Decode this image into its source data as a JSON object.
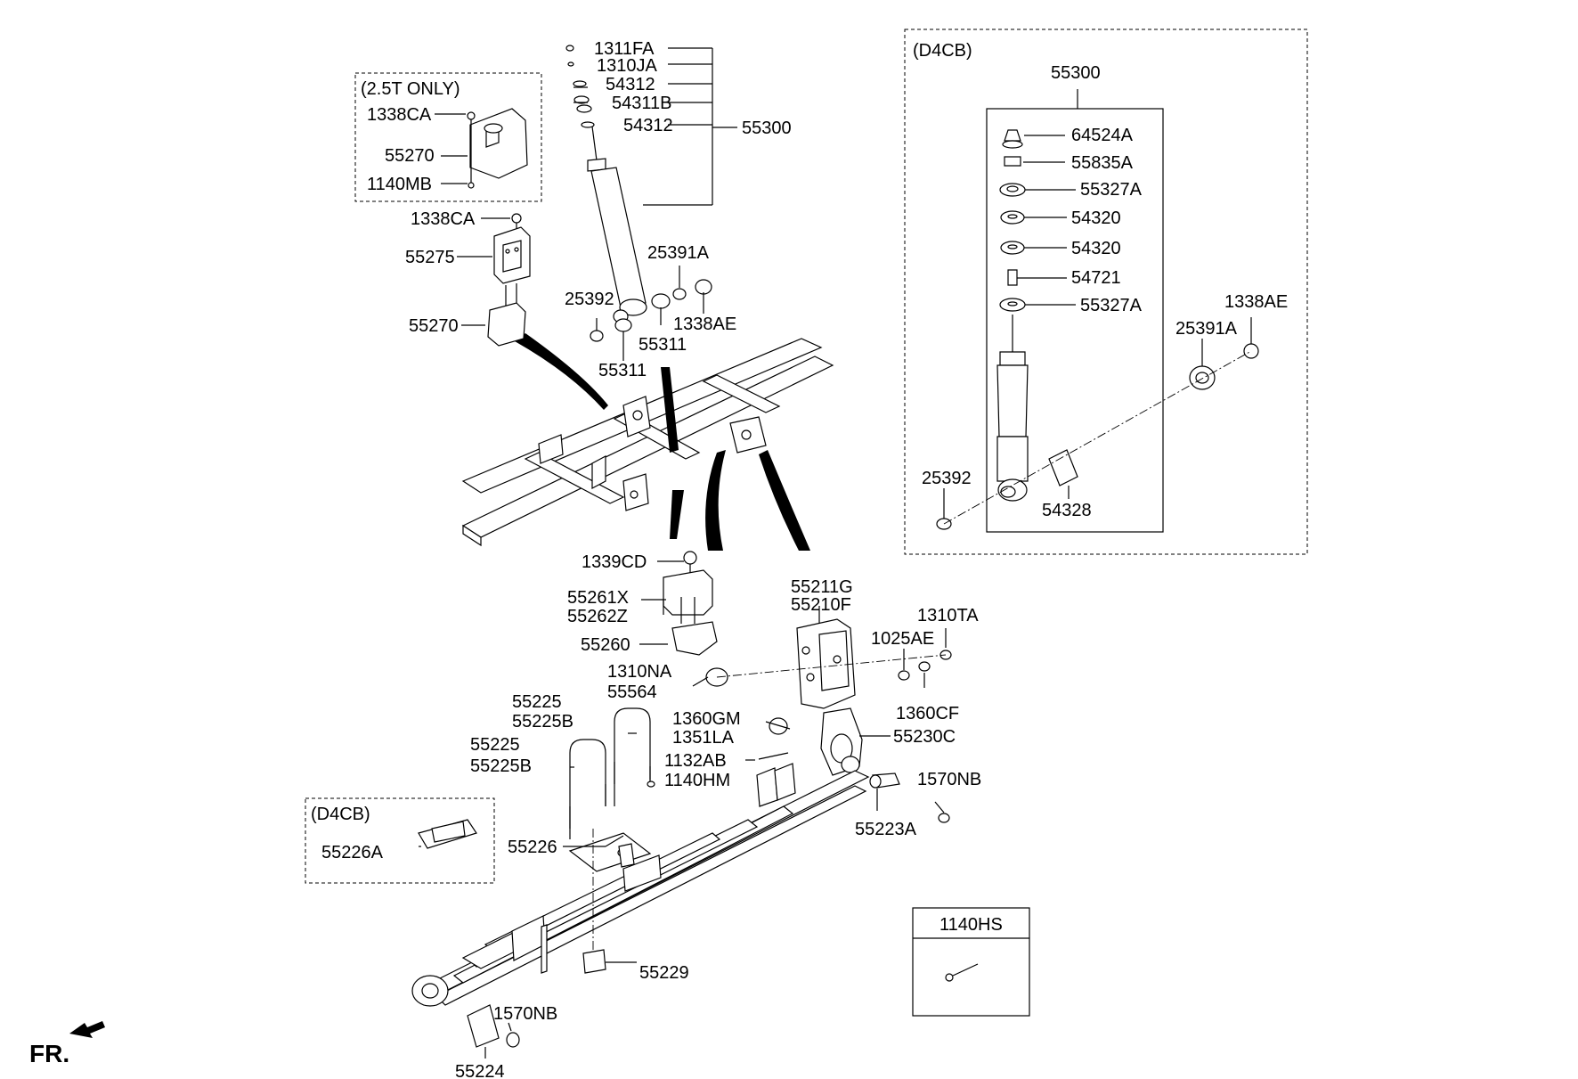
{
  "labels": {
    "note_25t": "(2.5T ONLY)",
    "note_d4cb_top": "(D4CB)",
    "note_d4cb_bottom": "(D4CB)",
    "fr": "FR.",
    "l_1338CA_a": "1338CA",
    "l_55270_a": "55270",
    "l_1140MB": "1140MB",
    "l_1338CA_b": "1338CA",
    "l_55275": "55275",
    "l_55270_b": "55270",
    "l_1311FA": "1311FA",
    "l_1310JA": "1310JA",
    "l_54312_a": "54312",
    "l_54311B": "54311B",
    "l_54312_b": "54312",
    "l_55300_main": "55300",
    "l_25391A_main": "25391A",
    "l_25392_main": "25392",
    "l_1338AE_main": "1338AE",
    "l_55311_a": "55311",
    "l_55311_b": "55311",
    "l_55300_box": "55300",
    "l_64524A": "64524A",
    "l_55835A": "55835A",
    "l_55327A_a": "55327A",
    "l_54320_a": "54320",
    "l_54320_b": "54320",
    "l_54721": "54721",
    "l_55327A_b": "55327A",
    "l_1338AE_box": "1338AE",
    "l_25391A_box": "25391A",
    "l_25392_box": "25392",
    "l_54328": "54328",
    "l_1339CD": "1339CD",
    "l_55261X": "55261X",
    "l_55262Z": "55262Z",
    "l_55260": "55260",
    "l_55211G": "55211G",
    "l_55210F": "55210F",
    "l_1310TA": "1310TA",
    "l_1025AE": "1025AE",
    "l_1310NA": "1310NA",
    "l_55564": "55564",
    "l_1360CF": "1360CF",
    "l_55225_a": "55225",
    "l_55225B_a": "55225B",
    "l_55225_b": "55225",
    "l_55225B_b": "55225B",
    "l_1360GM": "1360GM",
    "l_1351LA": "1351LA",
    "l_55230C": "55230C",
    "l_1132AB": "1132AB",
    "l_1140HM": "1140HM",
    "l_1570NB_a": "1570NB",
    "l_55223A": "55223A",
    "l_55226A": "55226A",
    "l_55226": "55226",
    "l_55229": "55229",
    "l_1570NB_b": "1570NB",
    "l_55224": "55224",
    "l_1140HS": "1140HS"
  }
}
